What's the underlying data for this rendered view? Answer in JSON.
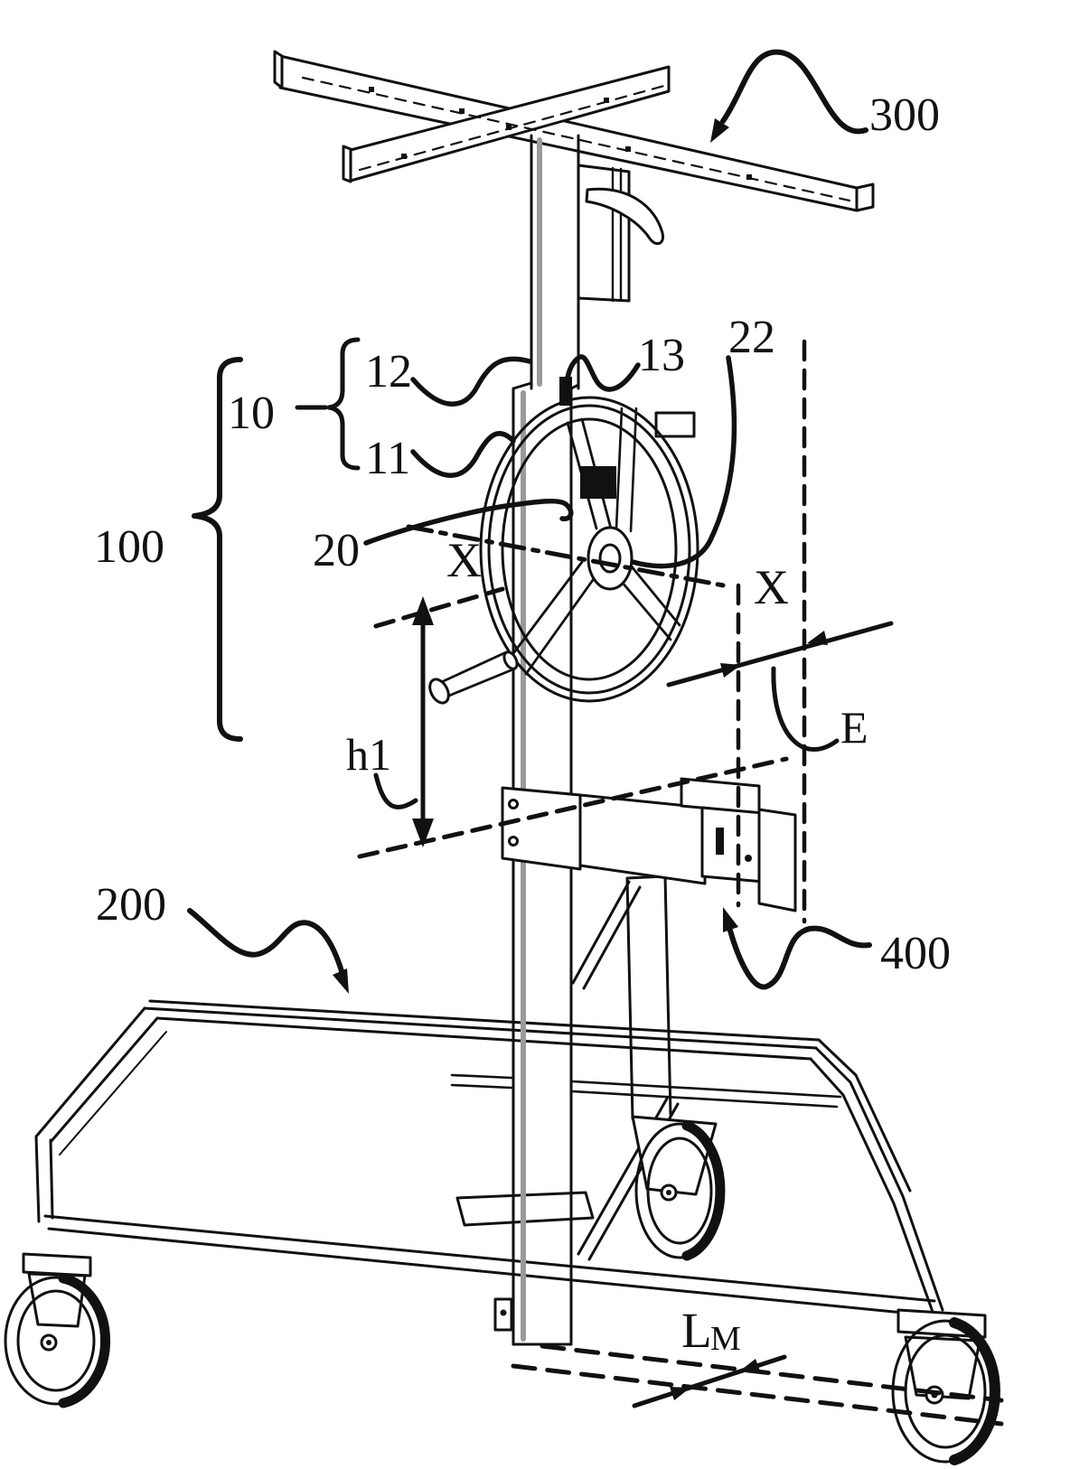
{
  "figure": {
    "kind": "patent line drawing of a wheeled lifting trolley",
    "ink_color": "#111111",
    "background_color": "#ffffff",
    "labels": {
      "top_cross_frame": "300",
      "lift_assembly": "100",
      "tube_group": "10",
      "inner_tube": "12",
      "outer_tube": "11",
      "tube_clamp": "13",
      "handwheel": "20",
      "wheel_hub": "22",
      "axis_left": "X",
      "axis_right": "X",
      "height_dimension": "h1",
      "offset_dimension": "E",
      "base_frame": "200",
      "support_bracket": "400",
      "length_dimension_main": "L",
      "length_dimension_subscript": "M"
    }
  }
}
